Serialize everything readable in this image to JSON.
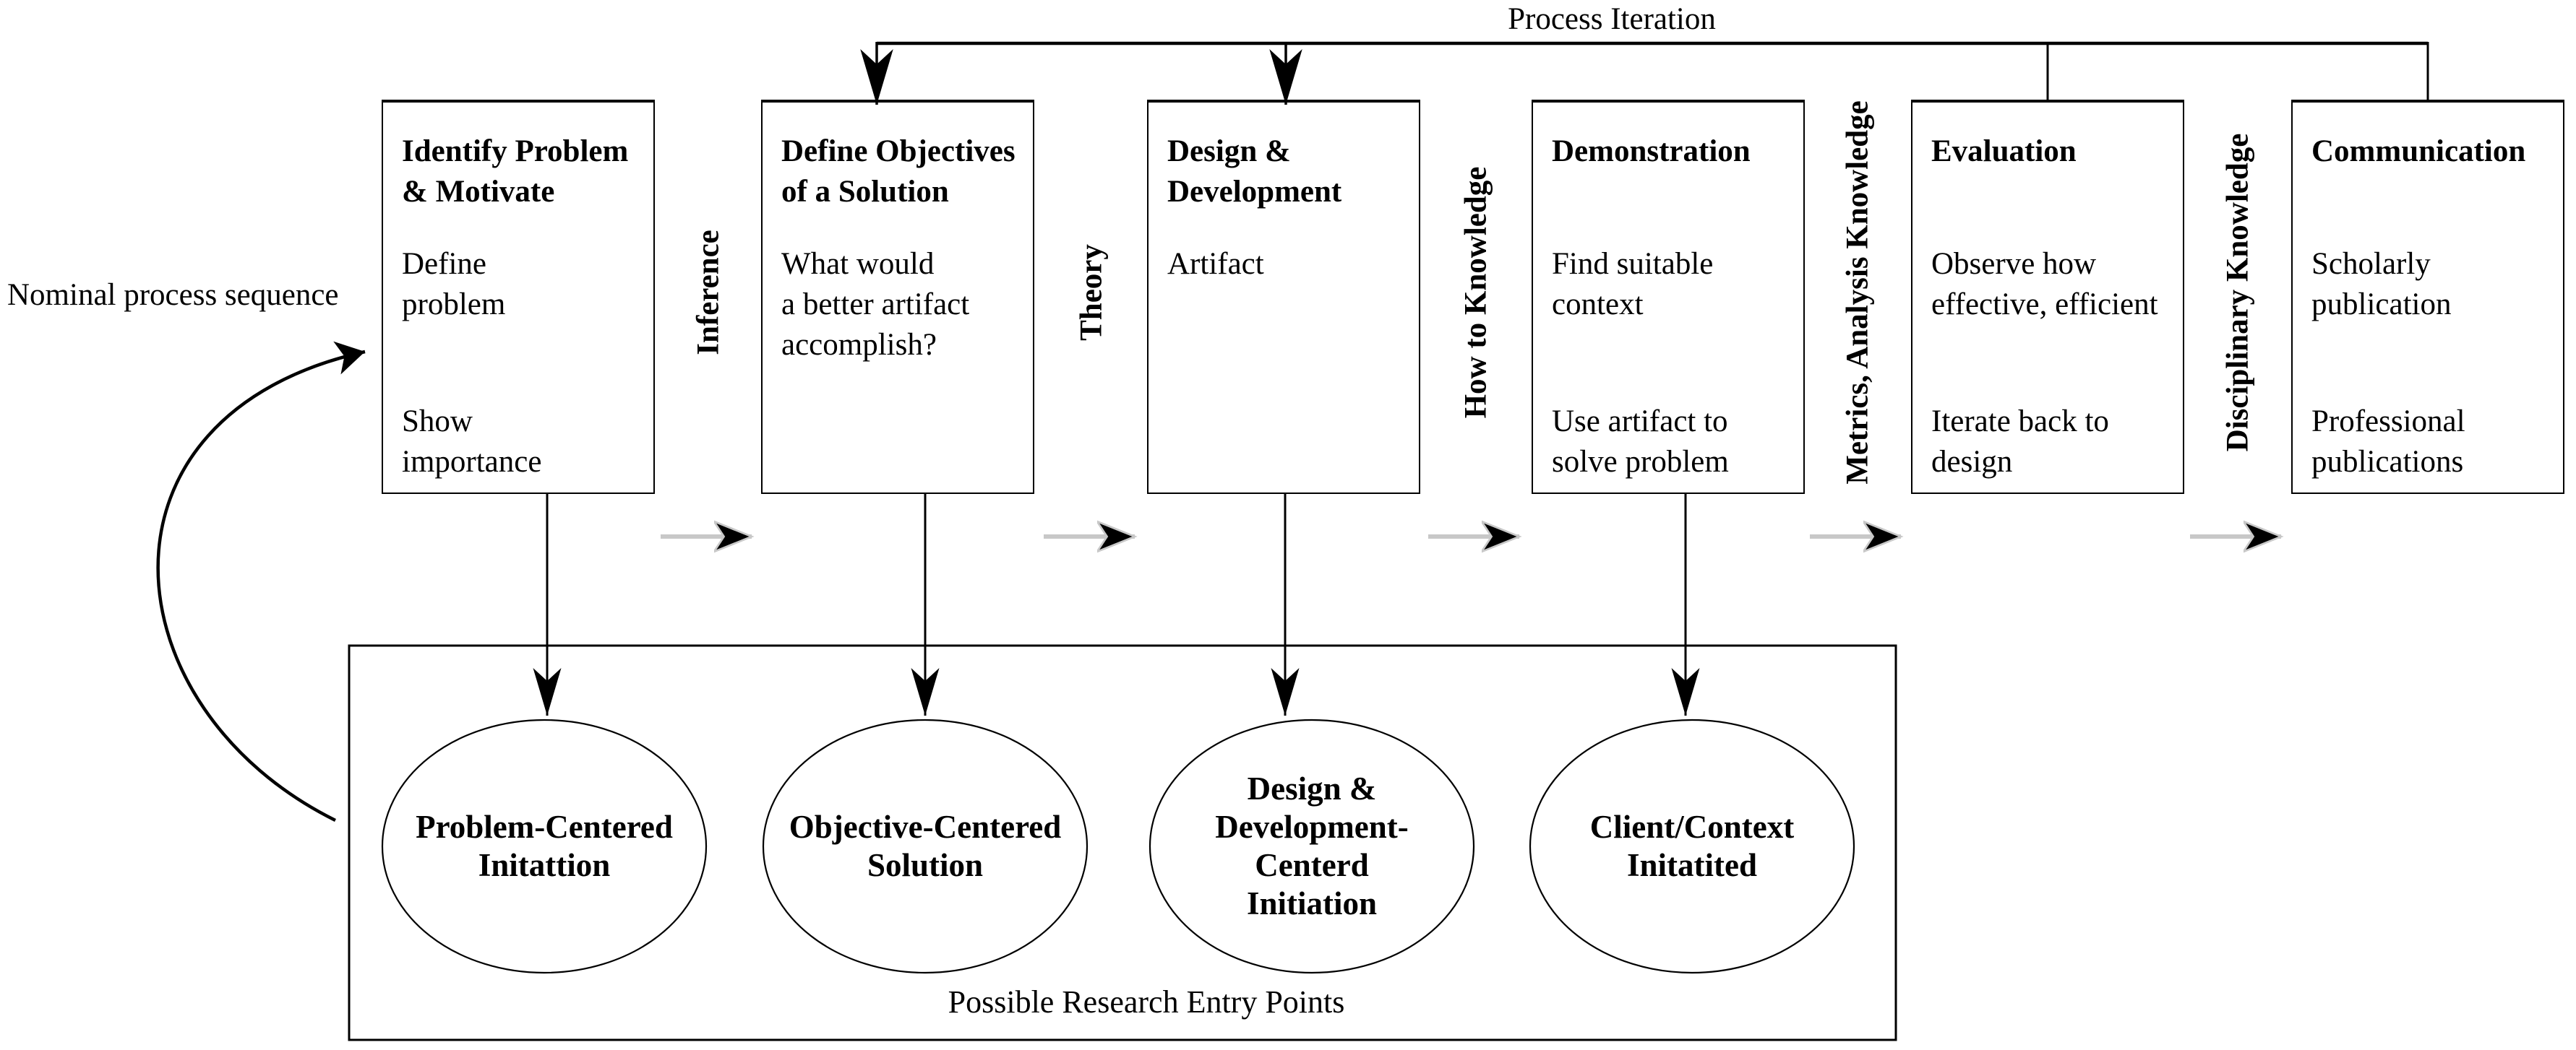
{
  "process_iteration_label": "Process Iteration",
  "nominal_sequence_label": "Nominal process sequence",
  "stages": [
    {
      "title": "Identify Problem\n& Motivate",
      "items": [
        "Define\nproblem",
        "Show\nimportance"
      ]
    },
    {
      "title": "Define Objectives\nof a Solution",
      "items": [
        "What would\na better artifact\naccomplish?"
      ]
    },
    {
      "title": "Design &\nDevelopment",
      "items": [
        "Artifact"
      ]
    },
    {
      "title": "Demonstration",
      "items": [
        "Find suitable\ncontext",
        "Use artifact to\nsolve problem"
      ]
    },
    {
      "title": "Evaluation",
      "items": [
        "Observe how\neffective, efficient",
        "Iterate back to\ndesign"
      ]
    },
    {
      "title": "Communication",
      "items": [
        "Scholarly\npublication",
        "Professional\npublications"
      ]
    }
  ],
  "knowledge_labels": [
    "Inference",
    "Theory",
    "How to Knowledge",
    "Metrics, Analysis Knowledge",
    "Disciplinary Knowledge"
  ],
  "entry_points": {
    "label": "Possible Research Entry Points",
    "ellipses": [
      "Problem-Centered\nInitattion",
      "Objective-Centered\nSolution",
      "Design &\nDevelopment-\nCenterd\nInitiation",
      "Client/Context\nInitatited"
    ]
  },
  "colors": {
    "line": "#000000",
    "gray_arrow_shaft": "#c8c8c8",
    "background": "#ffffff"
  }
}
